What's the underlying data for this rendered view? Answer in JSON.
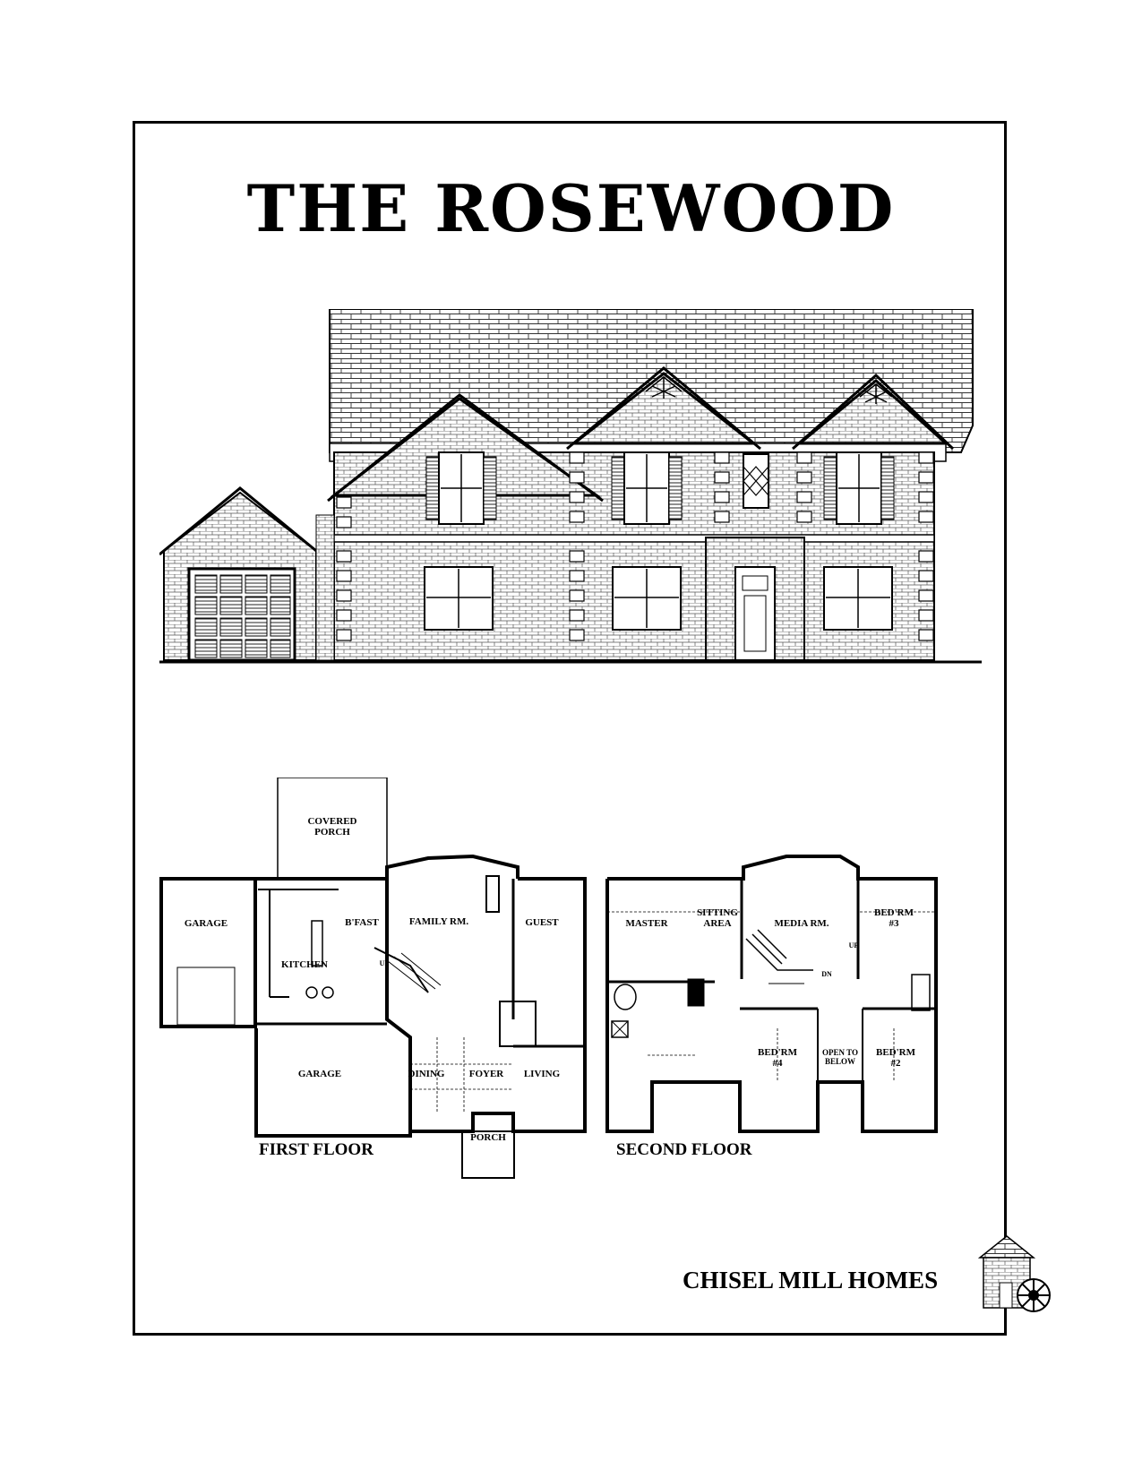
{
  "title": "THE ROSEWOOD",
  "first_floor": {
    "label": "FIRST FLOOR",
    "rooms": {
      "covered_porch_1": "COVERED",
      "covered_porch_2": "PORCH",
      "garage_upper": "GARAGE",
      "kitchen": "KITCHEN",
      "bfast": "B'FAST",
      "family": "FAMILY RM.",
      "guest": "GUEST",
      "garage_lower": "GARAGE",
      "dining": "DINING",
      "foyer": "FOYER",
      "living": "LIVING",
      "porch": "PORCH",
      "up": "UP"
    }
  },
  "second_floor": {
    "label": "SECOND FLOOR",
    "rooms": {
      "master": "MASTER",
      "sitting_1": "SITTING",
      "sitting_2": "AREA",
      "media": "MEDIA RM.",
      "bed3_1": "BED'RM",
      "bed3_2": "#3",
      "bed4_1": "BED'RM",
      "bed4_2": "#4",
      "open_1": "OPEN TO",
      "open_2": "BELOW",
      "bed2_1": "BED'RM",
      "bed2_2": "#2",
      "dn": "DN",
      "up": "UP"
    }
  },
  "brand": "CHISEL MILL HOMES"
}
